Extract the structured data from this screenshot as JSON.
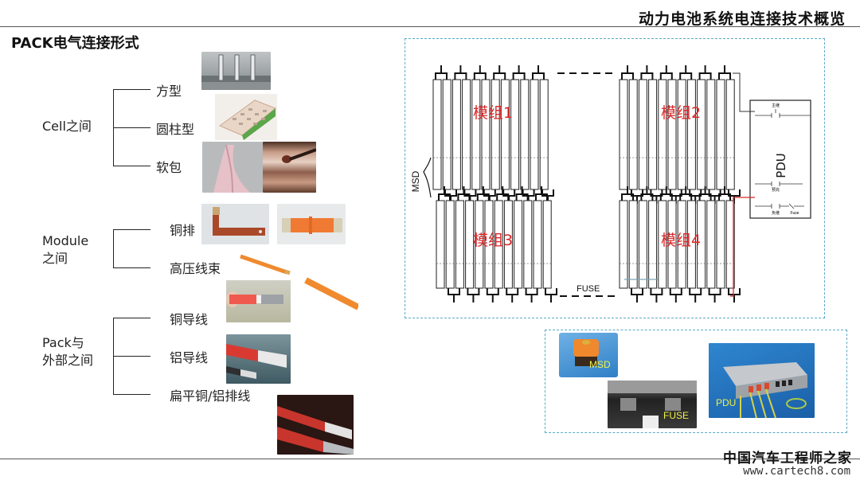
{
  "header": {
    "title": "动力电池系统电连接技术概览"
  },
  "section": {
    "title": "PACK电气连接形式"
  },
  "groups": [
    {
      "label_lines": [
        "Cell之间"
      ],
      "items": [
        "方型",
        "圆柱型",
        "软包"
      ]
    },
    {
      "label_lines": [
        "Module",
        "之间"
      ],
      "items": [
        "铜排",
        "高压线束"
      ]
    },
    {
      "label_lines": [
        "Pack与",
        "外部之间"
      ],
      "items": [
        "铜导线",
        "铝导线",
        "扁平铜/铝排线"
      ]
    }
  ],
  "photos": {
    "prismatic": "prismatic-cell-busbar-photo",
    "cylindrical": "cylindrical-cell-module-photo",
    "pouch_a": "pouch-tab-weld-photo",
    "pouch_b": "pouch-tab-closeup-photo",
    "busbar_a": "bent-copper-busbar-photo",
    "busbar_b": "flexible-copper-busbar-photo",
    "harness_a": "orange-hv-cable-photo",
    "harness_b": "orange-hv-cable-photo",
    "copper_wire": "copper-conductor-cable-photo",
    "aluminum_wire": "aluminum-conductor-cable-photo",
    "flat_bar": "flat-busbar-cable-photo"
  },
  "diagram": {
    "modules": [
      "模组1",
      "模组2",
      "模组3",
      "模组4"
    ],
    "msd_label": "MSD",
    "fuse_label": "FUSE",
    "pdu_label": "PDU",
    "pdu_small_labels": [
      "主继",
      "预充",
      "负继",
      "Fuse"
    ],
    "accent_color": "#d8282a",
    "frame_color": "#5aaac4"
  },
  "components": {
    "msd_label": "MSD",
    "fuse_label": "FUSE",
    "pdu_label": "PDU"
  },
  "watermark": {
    "cn": "中国汽车工程师之家",
    "url": "www.cartech8.com"
  }
}
